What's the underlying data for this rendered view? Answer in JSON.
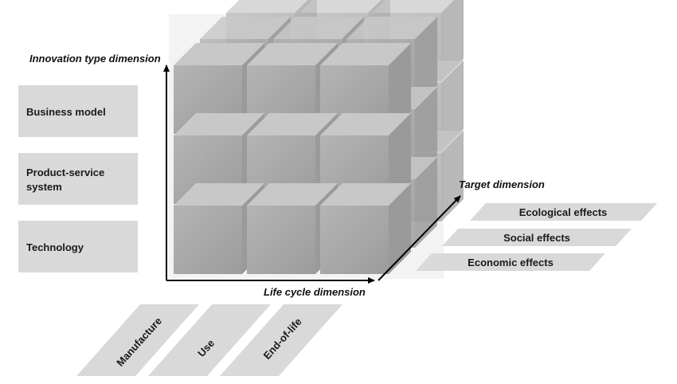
{
  "axes": {
    "innovation_type": "Innovation type dimension",
    "life_cycle": "Life cycle dimension",
    "target": "Target dimension"
  },
  "innovation_types": [
    "Business model",
    "Product-service",
    "system",
    "Technology"
  ],
  "life_cycle_phases": [
    "Manufacture",
    "Use",
    "End-of-life"
  ],
  "targets": [
    "Ecological effects",
    "Social effects",
    "Economic effects"
  ],
  "colors": {
    "panel": "#d9d9d9",
    "axis": "#000000",
    "cube_front": "#a9a9a9",
    "cube_top": "#c8c8c8",
    "cube_side": "#9a9a9a"
  }
}
